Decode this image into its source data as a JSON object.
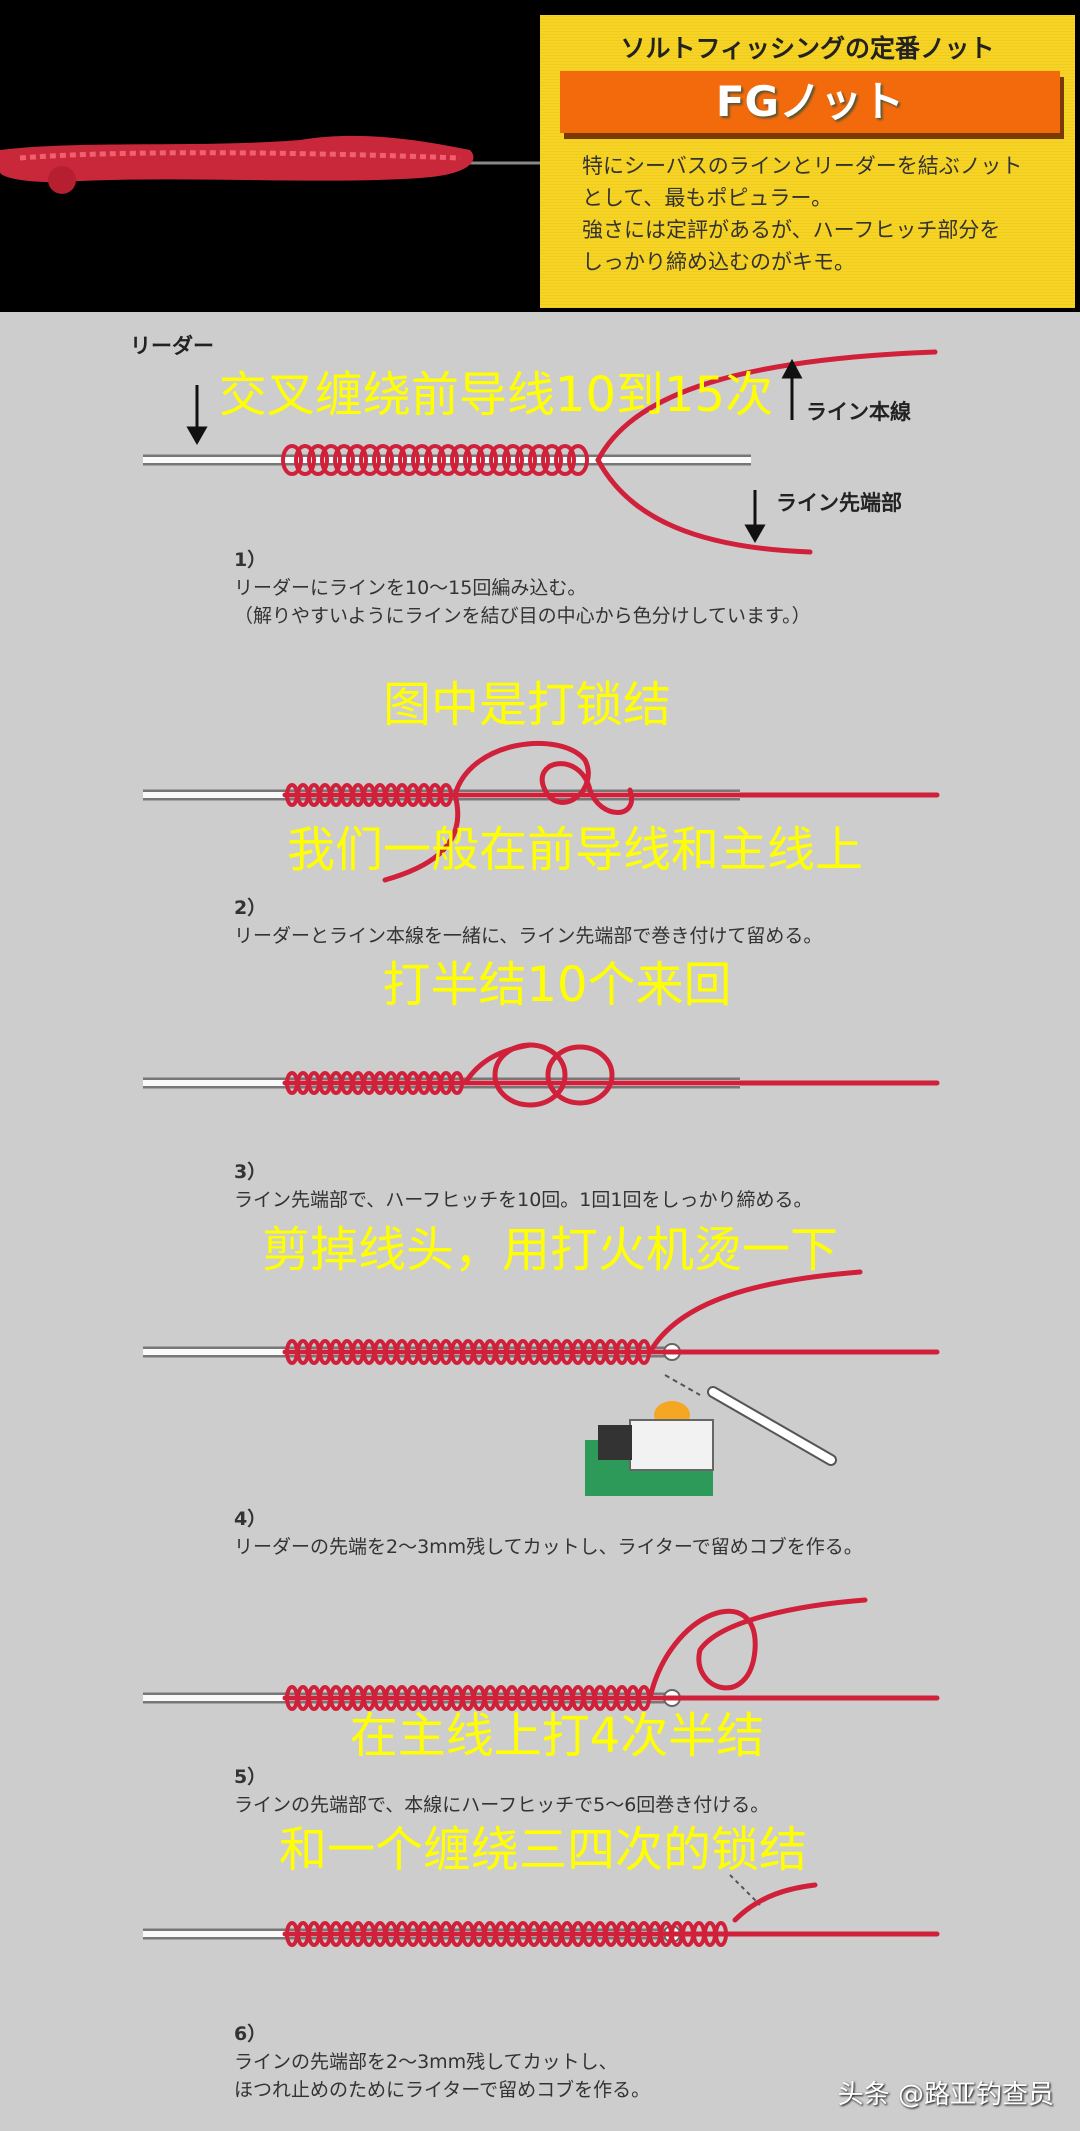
{
  "header": {
    "subtitle": "ソルトフィッシングの定番ノット",
    "title": "FGノット",
    "description": [
      "特にシーバスのラインとリーダーを結ぶノット",
      "として、最もポピュラー。",
      "強さには定評があるが、ハーフヒッチ部分を",
      "しっかり締め込むのがキモ。"
    ]
  },
  "labels": {
    "leader": "リーダー",
    "main_line": "ライン本線",
    "tag_end": "ライン先端部"
  },
  "steps": [
    {
      "num": "1）",
      "lines": [
        "リーダーにラインを10～15回編み込む。",
        "（解りやすいようにラインを結び目の中心から色分けしています。）"
      ]
    },
    {
      "num": "2）",
      "lines": [
        "リーダーとライン本線を一緒に、ライン先端部で巻き付けて留める。"
      ]
    },
    {
      "num": "3）",
      "lines": [
        "ライン先端部で、ハーフヒッチを10回。1回1回をしっかり締める。"
      ]
    },
    {
      "num": "4）",
      "lines": [
        "リーダーの先端を2～3mm残してカットし、ライターで留めコブを作る。"
      ]
    },
    {
      "num": "5）",
      "lines": [
        "ラインの先端部で、本線にハーフヒッチで5～6回巻き付ける。"
      ]
    },
    {
      "num": "6）",
      "lines": [
        "ラインの先端部を2～3mm残してカットし、",
        "ほつれ止めのためにライターで留めコブを作る。"
      ]
    }
  ],
  "overlays": [
    "交叉缠绕前导线10到15次",
    "图中是打锁结",
    "我们一般在前导线和主线上",
    "打半结10个来回",
    "剪掉线头，用打火机烫一下",
    "在主线上打4次半结",
    "和一个缠绕三四次的锁结"
  ],
  "watermark": "头条 @路亚钓查员",
  "colors": {
    "line": "#d0203a",
    "overlay_text": "#ffff00",
    "info_box": "#f7d323",
    "title_bar": "#f26a0c",
    "background": "#cdcdcd"
  }
}
